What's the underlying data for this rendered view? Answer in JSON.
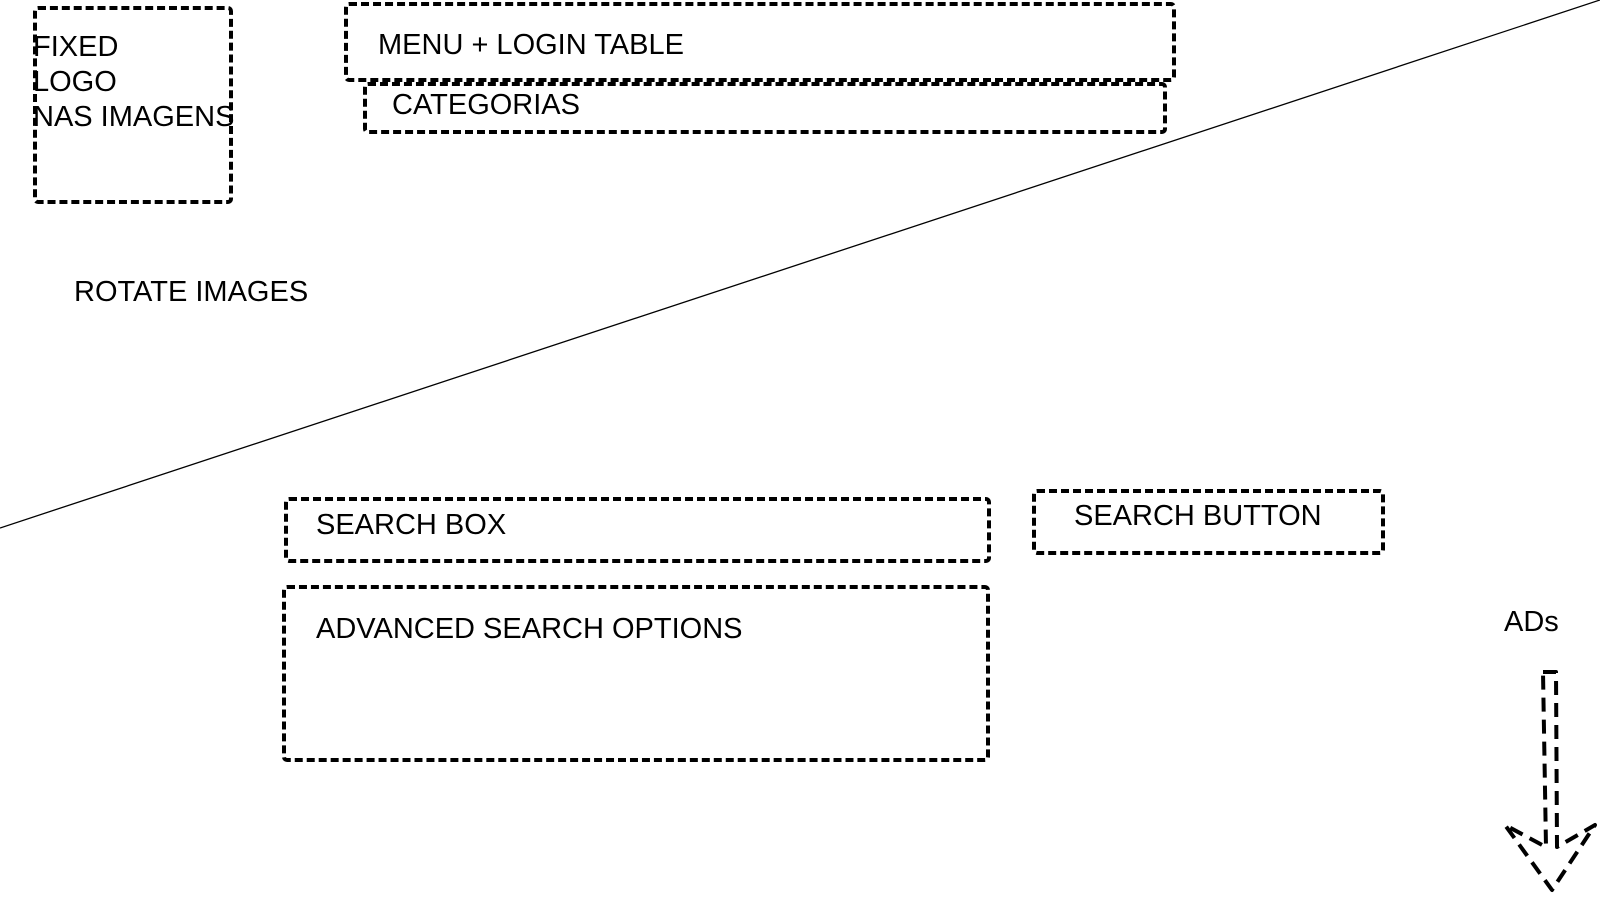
{
  "wireframe": {
    "logo_block": {
      "lines": [
        "FIXED",
        "LOGO",
        "NAS IMAGENS"
      ]
    },
    "menu_login_table": {
      "label": "MENU + LOGIN TABLE"
    },
    "categories": {
      "label": "CATEGORIAS"
    },
    "rotate_images": {
      "label": "ROTATE IMAGES"
    },
    "search_box": {
      "label": "SEARCH BOX"
    },
    "search_button": {
      "label": "SEARCH BUTTON"
    },
    "advanced_search": {
      "label": "ADVANCED SEARCH OPTIONS"
    },
    "ads": {
      "label": "ADs",
      "arrow_icon": "dashed-down-arrow-icon"
    },
    "divider_icon": "diagonal-divider-line"
  }
}
